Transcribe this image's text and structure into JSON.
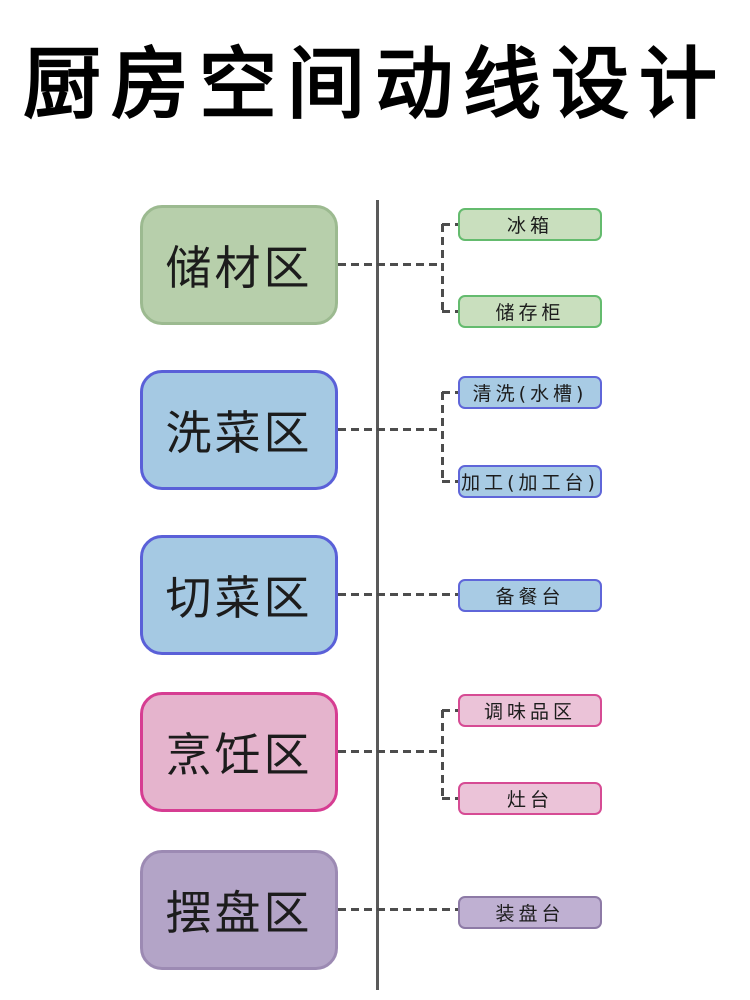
{
  "title": "厨房空间动线设计",
  "zones": [
    {
      "label": "储材区",
      "theme": "green",
      "children": [
        {
          "label": "冰箱"
        },
        {
          "label": "储存柜"
        }
      ]
    },
    {
      "label": "洗菜区",
      "theme": "blue",
      "children": [
        {
          "label": "清洗(水槽)"
        },
        {
          "label": "加工(加工台)"
        }
      ]
    },
    {
      "label": "切菜区",
      "theme": "blue",
      "children": [
        {
          "label": "备餐台"
        }
      ]
    },
    {
      "label": "烹饪区",
      "theme": "pink",
      "children": [
        {
          "label": "调味品区"
        },
        {
          "label": "灶台"
        }
      ]
    },
    {
      "label": "摆盘区",
      "theme": "purple",
      "children": [
        {
          "label": "装盘台"
        }
      ]
    }
  ],
  "colors": {
    "title": "#000000",
    "text": "#1c1c1c",
    "axis": "#5a5a5a",
    "connector": "#4d4d4d",
    "green-fill": "#b7cfab",
    "green-border": "#9cba90",
    "green-child-fill": "#c9dfbe",
    "green-child-border": "#64bb6e",
    "blue-fill": "#a5c9e3",
    "blue-border": "#5a60d8",
    "blue-child-fill": "#a8cbe4",
    "blue-child-border": "#5f66d9",
    "pink-fill": "#e5b4cd",
    "pink-border": "#d63d92",
    "pink-child-fill": "#ebc3d8",
    "pink-child-border": "#d64b94",
    "purple-fill": "#b3a4c7",
    "purple-border": "#9c8ab3",
    "purple-child-fill": "#bfb0d2",
    "purple-child-border": "#8d7aa6"
  }
}
